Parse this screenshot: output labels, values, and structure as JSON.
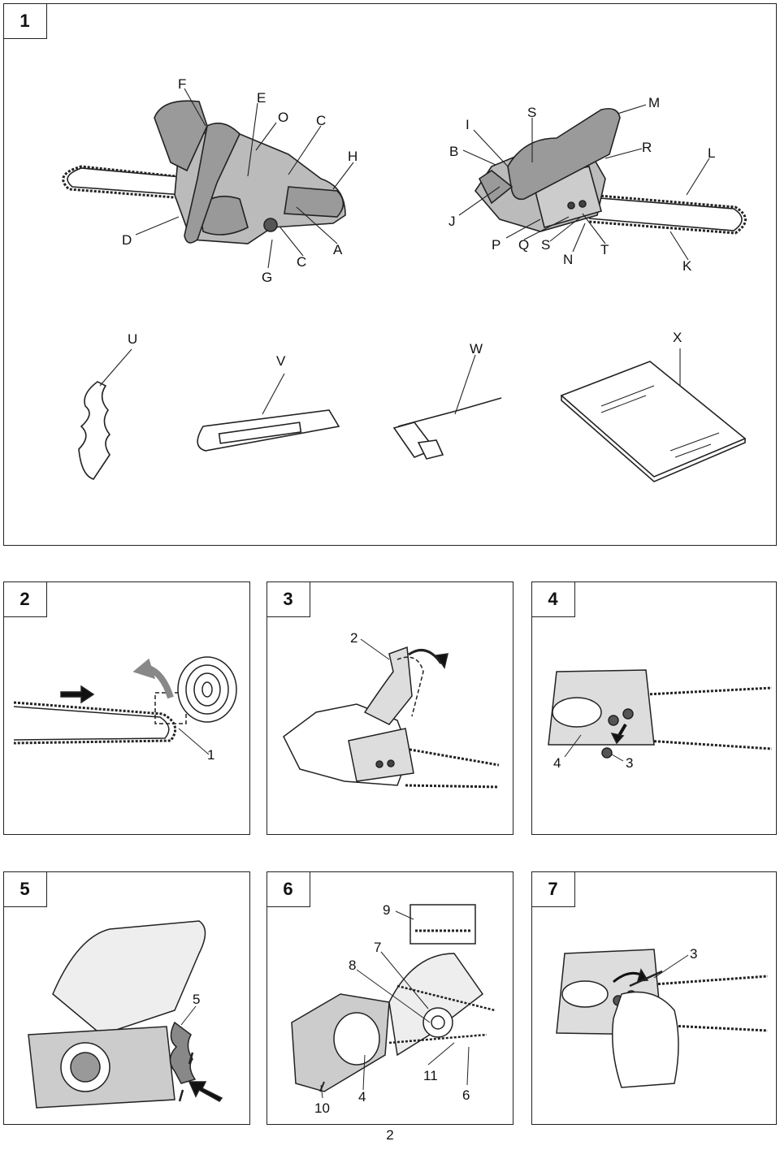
{
  "page_number": "2",
  "figures": [
    {
      "id": "1",
      "labels": [
        "F",
        "E",
        "O",
        "C",
        "H",
        "D",
        "G",
        "C",
        "A",
        "I",
        "S",
        "M",
        "B",
        "R",
        "L",
        "J",
        "P",
        "Q",
        "S",
        "T",
        "N",
        "K",
        "U",
        "V",
        "W",
        "X"
      ]
    },
    {
      "id": "2",
      "labels": [
        "1"
      ]
    },
    {
      "id": "3",
      "labels": [
        "2"
      ]
    },
    {
      "id": "4",
      "labels": [
        "4",
        "3"
      ]
    },
    {
      "id": "5",
      "labels": [
        "5"
      ]
    },
    {
      "id": "6",
      "labels": [
        "9",
        "7",
        "8",
        "11",
        "4",
        "6",
        "10"
      ]
    },
    {
      "id": "7",
      "labels": [
        "3"
      ]
    }
  ]
}
